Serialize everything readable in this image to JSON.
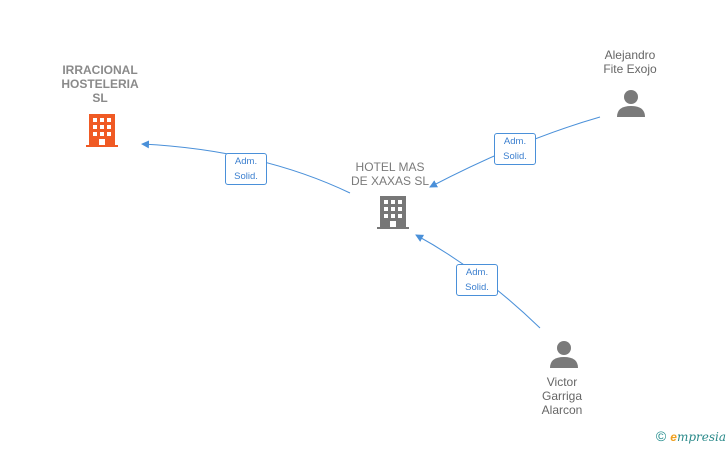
{
  "nodes": {
    "irracional": {
      "label": "IRRACIONAL\nHOSTELERIA\nSL",
      "color": "#f05a24"
    },
    "hotel": {
      "label": "HOTEL MAS\nDE XAXAS  SL",
      "color": "#777777"
    },
    "alejandro": {
      "label": "Alejandro\nFite Exojo"
    },
    "victor": {
      "label": "Victor\nGarriga\nAlarcon"
    }
  },
  "edges": {
    "e1": {
      "line1": "Adm.",
      "line2": "Solid."
    },
    "e2": {
      "line1": "Adm.",
      "line2": "Solid."
    },
    "e3": {
      "line1": "Adm.",
      "line2": "Solid."
    }
  },
  "colors": {
    "edge": "#4a90d9",
    "person": "#7a7a7a"
  },
  "footer": {
    "copyright": "©",
    "brand_e": "e",
    "brand_rest": "mpresia"
  }
}
